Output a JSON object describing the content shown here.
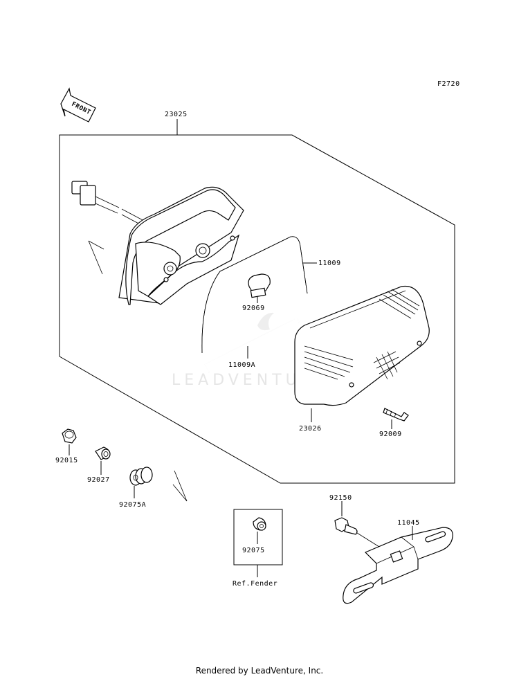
{
  "figure_code": "F2720",
  "front_label": "FRONT",
  "watermark": "LEADVENTURE",
  "footer_text": "Rendered by LeadVenture, Inc.",
  "parts": {
    "p23025": "23025",
    "p11009": "11009",
    "p92069": "92069",
    "p11009A": "11009A",
    "p23026": "23026",
    "p92009": "92009",
    "p92015": "92015",
    "p92027": "92027",
    "p92075A": "92075A",
    "p92075": "92075",
    "p92150": "92150",
    "p11045": "11045"
  },
  "ref_label": "Ref.Fender"
}
